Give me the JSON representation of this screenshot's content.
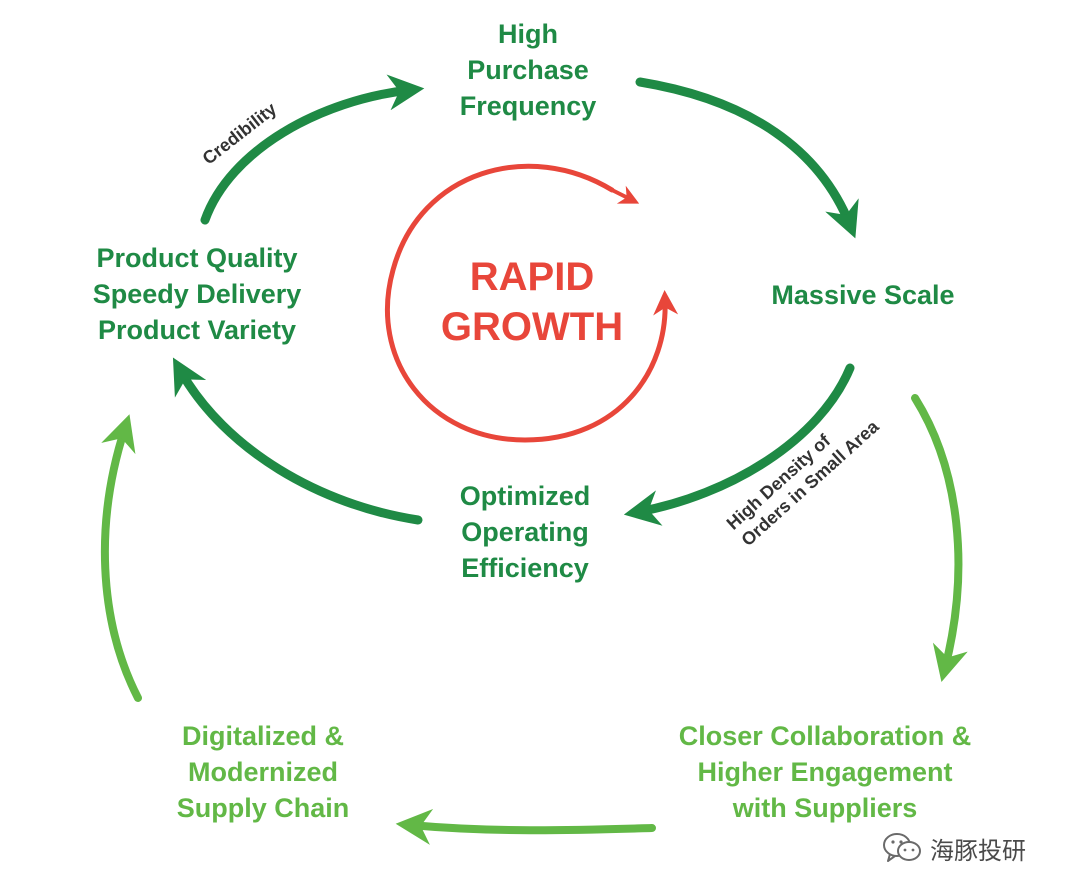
{
  "center": {
    "line1": "RAPID",
    "line2": "GROWTH"
  },
  "nodes": {
    "purchase": [
      "High",
      "Purchase",
      "Frequency"
    ],
    "scale": [
      "Massive Scale"
    ],
    "efficiency": [
      "Optimized",
      "Operating",
      "Efficiency"
    ],
    "quality": [
      "Product Quality",
      "Speedy Delivery",
      "Product Variety"
    ],
    "collaboration": [
      "Closer Collaboration &",
      "Higher Engagement",
      "with Suppliers"
    ],
    "supply_chain": [
      "Digitalized &",
      "Modernized",
      "Supply Chain"
    ]
  },
  "edge_labels": {
    "credibility": "Credibility",
    "density_line1": "High Density of",
    "density_line2": "Orders in Small Area"
  },
  "watermark": {
    "text": "海豚投研",
    "icon": "wechat-icon"
  },
  "colors": {
    "dark_green": "#1f8a45",
    "light_green": "#62b846",
    "red": "#e8463a"
  }
}
